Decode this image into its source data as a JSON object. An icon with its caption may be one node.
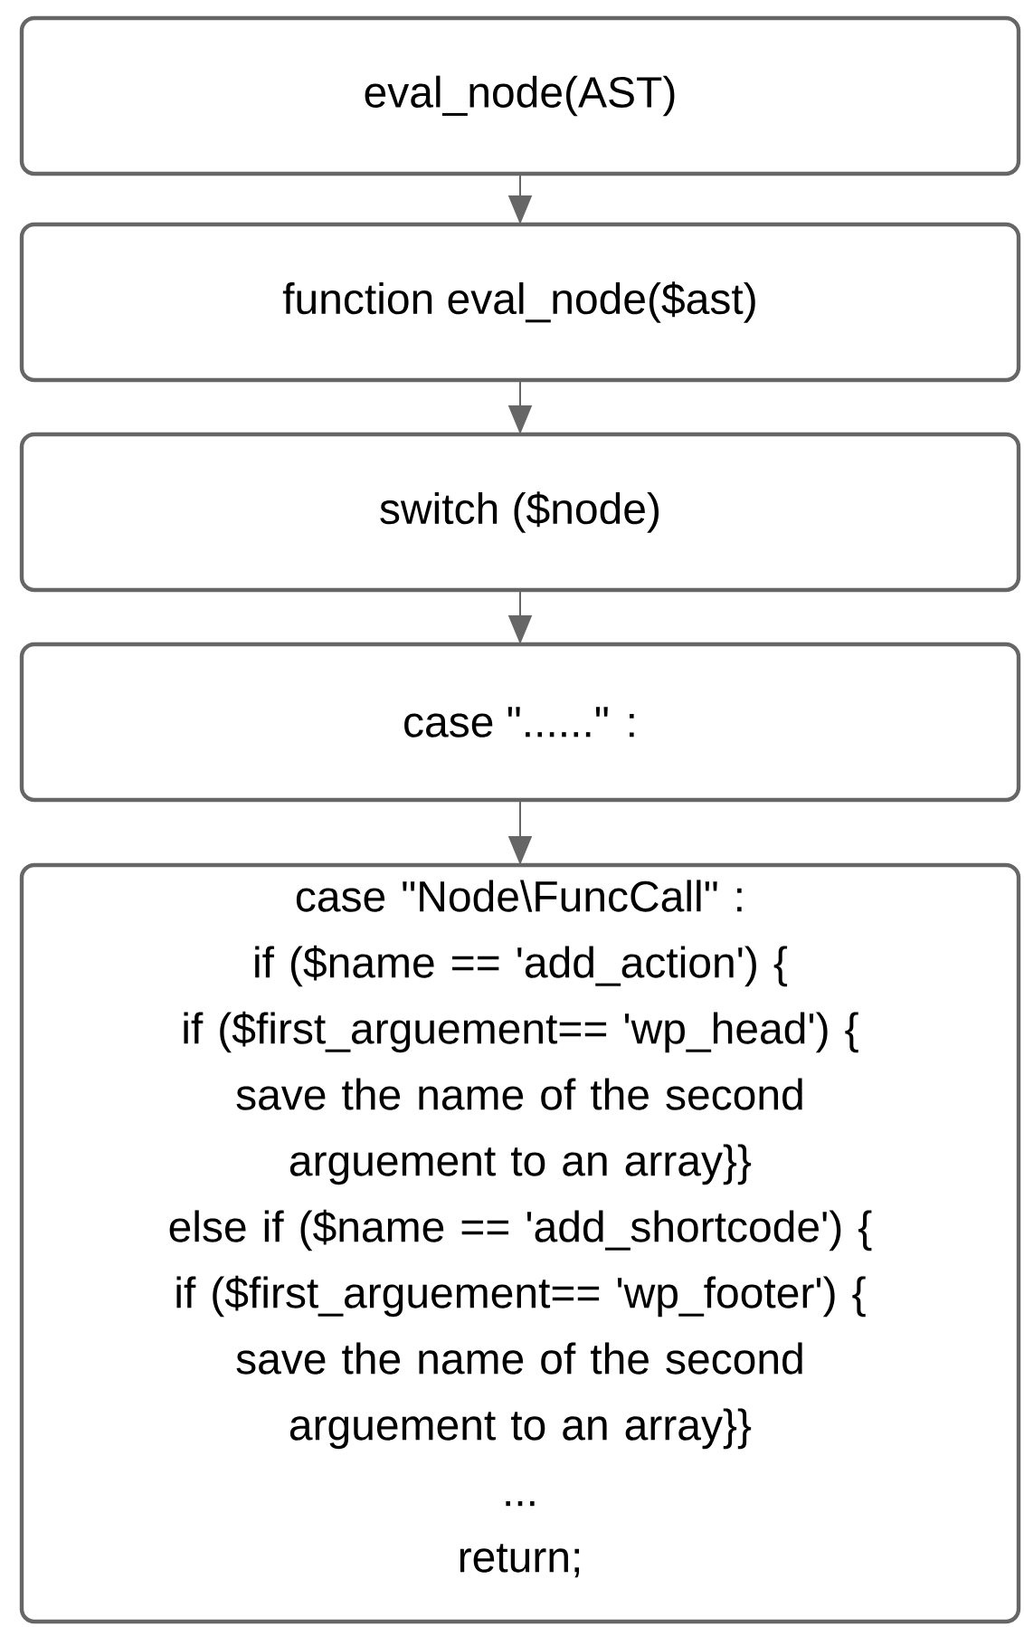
{
  "diagram": {
    "nodes": [
      {
        "text": [
          "eval_node(AST)"
        ]
      },
      {
        "text": [
          "function eval_node($ast)"
        ]
      },
      {
        "text": [
          "switch ($node)"
        ]
      },
      {
        "text": [
          "case \"......\" :"
        ]
      },
      {
        "text": [
          "case \"Node\\FuncCall\" :",
          "if ($name == 'add_action') {",
          "if ($first_arguement== 'wp_head') {",
          "save the name of the second arguement to an array}}",
          "else if ($name == 'add_shortcode') {",
          "if ($first_arguement== 'wp_footer') {",
          "save the name of the second arguement to an array}}",
          "...",
          "return;"
        ]
      }
    ],
    "edges": [
      {
        "from": 0,
        "to": 1,
        "arrow": "to"
      },
      {
        "from": 1,
        "to": 2,
        "arrow": "to"
      },
      {
        "from": 2,
        "to": 3,
        "arrow": "to"
      },
      {
        "from": 3,
        "to": 4,
        "arrow": "to"
      }
    ]
  }
}
